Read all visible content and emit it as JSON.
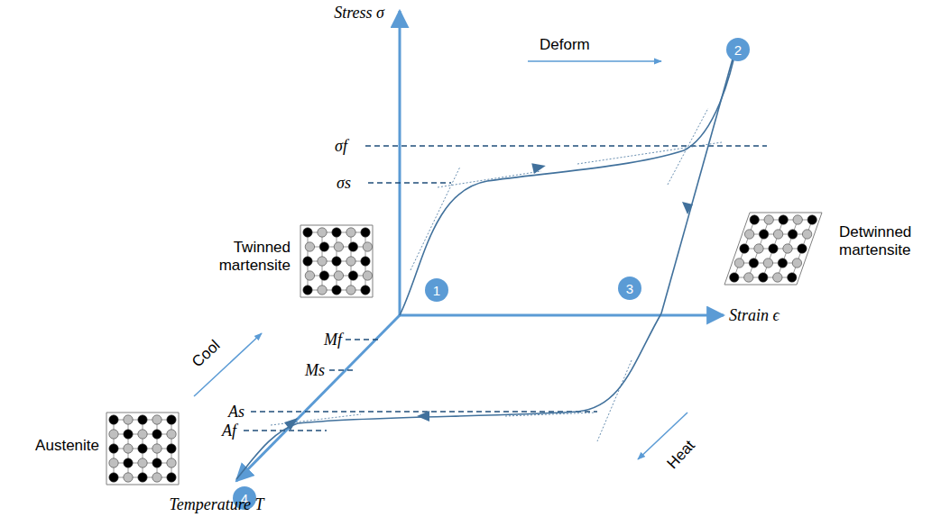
{
  "diagram": {
    "nodes": [
      {
        "text": [
          "1"
        ]
      },
      {
        "text": [
          "2"
        ]
      },
      {
        "text": [
          "3"
        ]
      },
      {
        "text": [
          "4"
        ]
      }
    ],
    "labels": [
      "Stress σ",
      "Strain ϵ",
      "Temperature T",
      "Deform",
      "σf",
      "σs",
      "Twinned martensite",
      "Detwinned martensite",
      "Cool",
      "Heat",
      "Mf",
      "Ms",
      "As",
      "Af",
      "Austenite"
    ]
  }
}
